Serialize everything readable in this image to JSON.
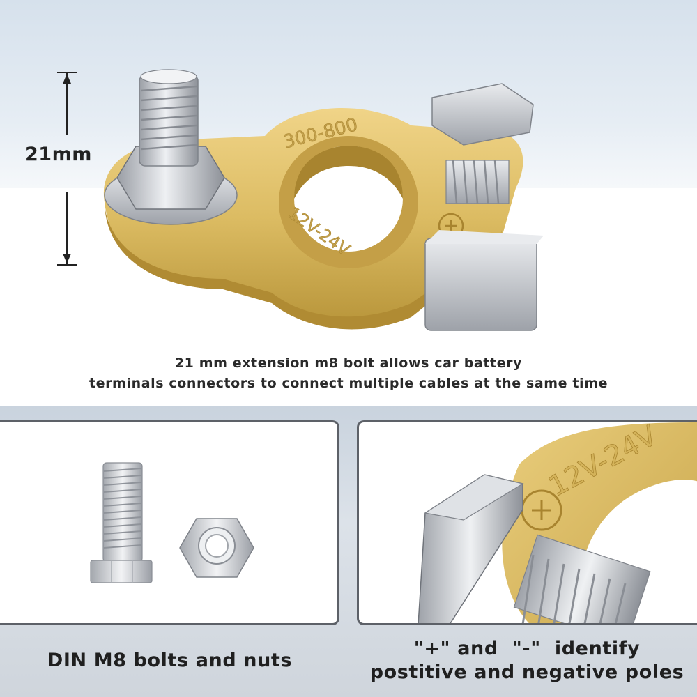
{
  "hero": {
    "dimension_label": "21mm",
    "stamp_top": "300-800",
    "stamp_bottom": "12V-24V",
    "caption_line1": "21 mm extension m8 bolt allows car battery",
    "caption_line2": "terminals connectors to connect multiple cables at the same time"
  },
  "cards": {
    "left_caption": "DIN M8 bolts and nuts",
    "right_caption_line1": "\"+\" and  \"-\"  identify",
    "right_caption_line2": "postitive and negative poles",
    "right_stamp": "12V-24V"
  },
  "colors": {
    "brass": "#d9b75a",
    "brass_dark": "#b8953a",
    "steel": "#c9ccd1",
    "steel_dark": "#8d9198",
    "card_border": "#5d6168"
  }
}
